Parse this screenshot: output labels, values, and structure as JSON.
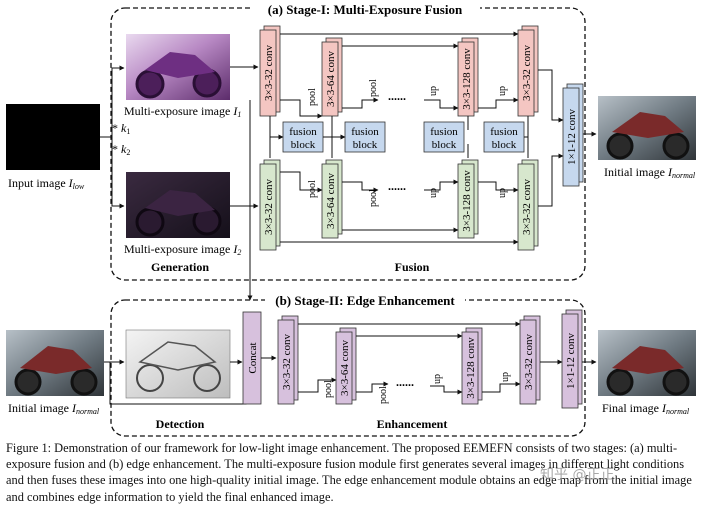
{
  "stage1": {
    "title": "(a) Stage-I: Multi-Exposure Fusion",
    "generation_label": "Generation",
    "fusion_label": "Fusion"
  },
  "stage2": {
    "title": "(b) Stage-II: Edge Enhancement",
    "detection_label": "Detection",
    "enhancement_label": "Enhancement"
  },
  "images": {
    "input": {
      "label": "Input image ",
      "sub": "low"
    },
    "multi1": {
      "label": "Multi-exposure image ",
      "var": "I",
      "sub": "1"
    },
    "multi2": {
      "label": "Multi-exposure image ",
      "var": "I",
      "sub": "2"
    },
    "initial_top": {
      "label": "Initial image ",
      "var": "I",
      "sub": "normal"
    },
    "initial_bottom": {
      "label": "Initial image ",
      "var": "I",
      "sub": "normal"
    },
    "final": {
      "label": "Final image ",
      "var": "I",
      "sub": "normal"
    }
  },
  "symbols": {
    "k1": "k",
    "k1_sub": "1",
    "k2": "k",
    "k2_sub": "2",
    "times": "*"
  },
  "labels": {
    "conv32": "3×3-32 conv",
    "conv64": "3×3-64 conv",
    "conv128": "3×3-128 conv",
    "conv1x1": "1×1-12 conv",
    "concat": "Concat",
    "pool": "pool",
    "up": "up",
    "dots": "......",
    "fusion_line1": "fusion",
    "fusion_line2": "block"
  },
  "colors": {
    "red_block": "#f4c6c2",
    "green_block": "#d7e7cd",
    "purple_block": "#d7c1dd",
    "fusion_block": "#c6d8ee",
    "blue_conv": "#c6d8ee"
  },
  "caption": {
    "text": "Figure 1: Demonstration of our framework for low-light image enhancement. The proposed EEMEFN consists of two stages: (a) multi-exposure fusion and (b) edge enhancement. The multi-exposure fusion module first generates several images in different light conditions and then fuses these images into one high-quality initial image. The edge enhancement module obtains an edge map from the initial image and combines edge information to yield the final enhanced image."
  },
  "watermark": "知乎 @正正"
}
